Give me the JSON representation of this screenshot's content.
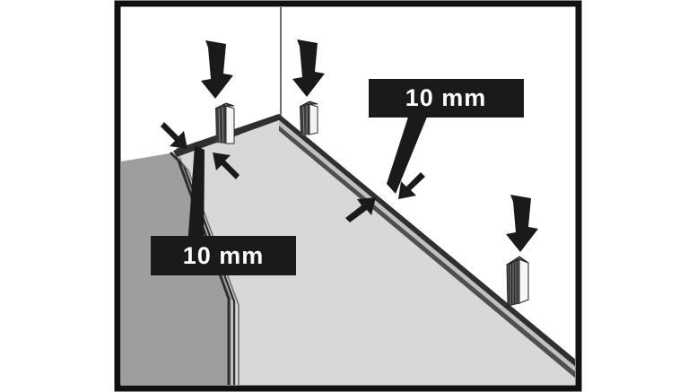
{
  "figure": {
    "title": "Laminate flooring expansion gap installation diagram",
    "frame": {
      "border_color": "#111111",
      "background_color": "#ffffff"
    },
    "colors": {
      "ink": "#1a1a1a",
      "subfloor_gray": "#9e9e9e",
      "plank_face": "#d8d8d8",
      "plank_edge_dark": "#3a3a3a",
      "plank_edge_mid": "#6e6e6e",
      "plank_edge_light": "#c4c4c4",
      "wall_white": "#ffffff",
      "label_background": "#1a1a1a",
      "label_text": "#ffffff",
      "spacer_dark_face": "#2b2b2b",
      "spacer_light_face": "#f2f2f2"
    },
    "labels": [
      {
        "id": "gap-label-right",
        "text": "10 mm",
        "position": "top-right",
        "points_to": "plank-front-edge-gap"
      },
      {
        "id": "gap-label-left",
        "text": "10 mm",
        "position": "lower-left",
        "points_to": "plank-left-edge-gap"
      }
    ],
    "spacers": [
      {
        "id": "spacer-left",
        "label": "spacer-wedge"
      },
      {
        "id": "spacer-center",
        "label": "spacer-wedge"
      },
      {
        "id": "spacer-right",
        "label": "spacer-wedge"
      }
    ],
    "down_arrows": [
      {
        "id": "down-arrow-left"
      },
      {
        "id": "down-arrow-center"
      },
      {
        "id": "down-arrow-right"
      }
    ],
    "gap_arrow_pairs": [
      {
        "id": "gap-arrows-left"
      },
      {
        "id": "gap-arrows-right"
      }
    ]
  }
}
